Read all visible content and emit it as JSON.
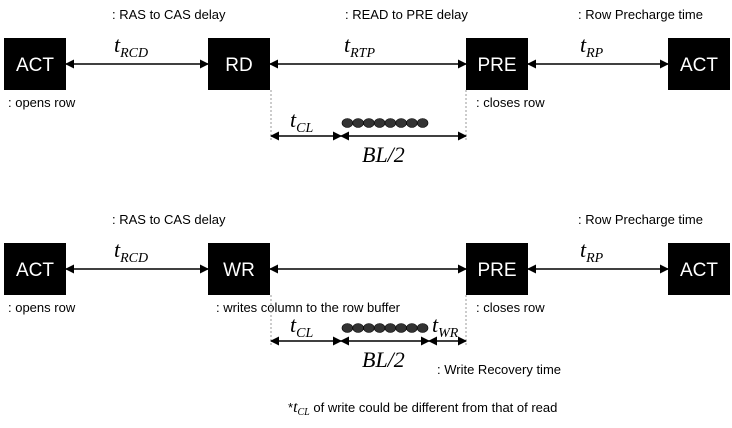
{
  "timeline_read": {
    "boxes": [
      "ACT",
      "RD",
      "PRE",
      "ACT"
    ],
    "top_notes": [
      ": RAS to CAS delay",
      ": READ to PRE delay",
      ": Row Precharge time"
    ],
    "params": [
      {
        "main": "t",
        "sub": "RCD"
      },
      {
        "main": "t",
        "sub": "RTP"
      },
      {
        "main": "t",
        "sub": "RP"
      }
    ],
    "bottom_notes": [
      ": opens row",
      ": closes row"
    ],
    "cl": {
      "main": "t",
      "sub": "CL"
    },
    "burst_label": "BL/2",
    "burst_beats": 8
  },
  "timeline_write": {
    "boxes": [
      "ACT",
      "WR",
      "PRE",
      "ACT"
    ],
    "top_notes": [
      ": RAS to CAS delay",
      ": Row Precharge time"
    ],
    "params": [
      {
        "main": "t",
        "sub": "RCD"
      },
      {
        "main": "t",
        "sub": "RP"
      }
    ],
    "bottom_notes": [
      ": opens row",
      ": writes column to the row buffer",
      ": closes row"
    ],
    "cl": {
      "main": "t",
      "sub": "CL"
    },
    "wr": {
      "main": "t",
      "sub": "WR"
    },
    "wr_note": ": Write Recovery time",
    "burst_label": "BL/2",
    "burst_beats": 8
  },
  "footnote": {
    "star": "*",
    "main": "t",
    "sub": "CL",
    "rest": " of write could be different from that of read"
  }
}
